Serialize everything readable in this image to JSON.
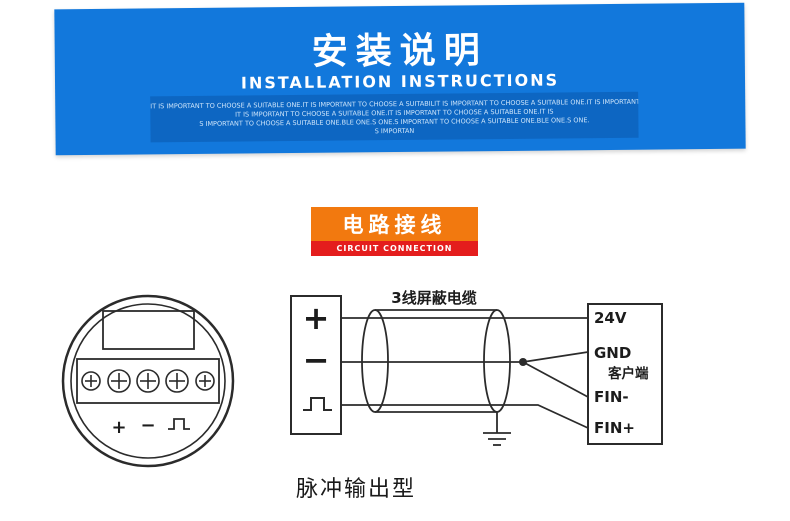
{
  "banner": {
    "title_cn": "安装说明",
    "title_en": "INSTALLATION INSTRUCTIONS",
    "fine_print": [
      "IT IS IMPORTANT TO CHOOSE A SUITABLE ONE.IT IS IMPORTANT TO CHOOSE A SUITABILIT IS IMPORTANT TO CHOOSE A SUITABLE ONE.IT IS IMPORTANT TO CHOOSE A SUITA",
      "IT IS IMPORTANT TO CHOOSE A SUITABLE ONE.IT IS IMPORTANT TO CHOOSE A SUITABLE ONE.IT IS",
      "S IMPORTANT TO CHOOSE A SUITABLE ONE.BLE ONE.S ONE.S IMPORTANT TO CHOOSE A SUITABLE ONE.BLE ONE.S ONE.",
      "S IMPORTAN"
    ]
  },
  "badge": {
    "title_cn": "电路接线",
    "subtitle_en": "CIRCUIT CONNECTION"
  },
  "diagram": {
    "cable_label": "3线屏蔽电缆",
    "client_label": "客户端",
    "right_labels": [
      "24V",
      "GND",
      "FIN-",
      "FIN+"
    ],
    "symbols": {
      "plus": "+",
      "minus": "−"
    },
    "caption": "脉冲输出型"
  },
  "colors": {
    "banner_blue": "#1278dc",
    "banner_inner_blue": "#0d66c2",
    "badge_orange": "#f2790f",
    "badge_red": "#e41d1d",
    "line": "#2b2b2b",
    "text_white": "#ffffff"
  }
}
